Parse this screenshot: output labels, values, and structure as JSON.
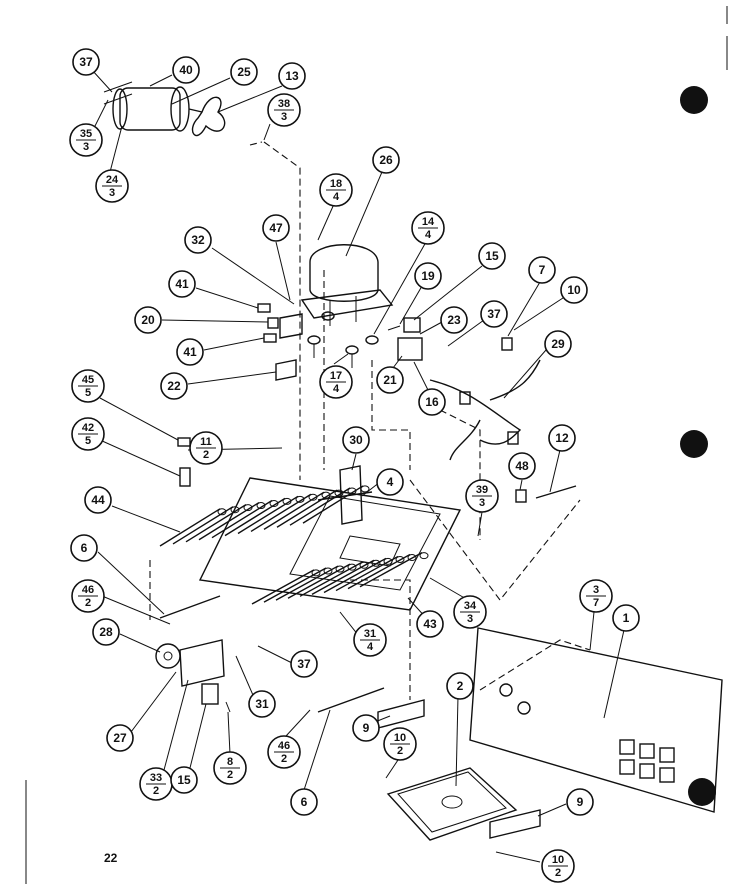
{
  "page_number": "22",
  "callouts": [
    {
      "id": "c37a",
      "text": "37"
    },
    {
      "id": "c40",
      "text": "40"
    },
    {
      "id": "c25a",
      "text": "25"
    },
    {
      "id": "c13",
      "text": "13"
    },
    {
      "id": "c38",
      "num": "38",
      "den": "3"
    },
    {
      "id": "c35",
      "num": "35",
      "den": "3"
    },
    {
      "id": "c24",
      "num": "24",
      "den": "3"
    },
    {
      "id": "c26",
      "text": "26"
    },
    {
      "id": "c18",
      "num": "18",
      "den": "4"
    },
    {
      "id": "c32",
      "text": "32"
    },
    {
      "id": "c47",
      "text": "47"
    },
    {
      "id": "c14",
      "num": "14",
      "den": "4"
    },
    {
      "id": "c15a",
      "text": "15"
    },
    {
      "id": "c7",
      "text": "7"
    },
    {
      "id": "c10a",
      "text": "10"
    },
    {
      "id": "c41a",
      "text": "41"
    },
    {
      "id": "c19",
      "text": "19"
    },
    {
      "id": "c23",
      "text": "23"
    },
    {
      "id": "c37b",
      "text": "37"
    },
    {
      "id": "c20",
      "text": "20"
    },
    {
      "id": "c29",
      "text": "29"
    },
    {
      "id": "c41b",
      "text": "41"
    },
    {
      "id": "c22",
      "text": "22"
    },
    {
      "id": "c17",
      "num": "17",
      "den": "4"
    },
    {
      "id": "c21",
      "text": "21"
    },
    {
      "id": "c16",
      "text": "16"
    },
    {
      "id": "c45",
      "num": "45",
      "den": "5"
    },
    {
      "id": "c42",
      "num": "42",
      "den": "5"
    },
    {
      "id": "c11",
      "num": "11",
      "den": "2"
    },
    {
      "id": "c12",
      "text": "12"
    },
    {
      "id": "c30",
      "text": "30"
    },
    {
      "id": "c4",
      "text": "4"
    },
    {
      "id": "c48",
      "text": "48"
    },
    {
      "id": "c39",
      "num": "39",
      "den": "3"
    },
    {
      "id": "c44",
      "text": "44"
    },
    {
      "id": "c6a",
      "text": "6"
    },
    {
      "id": "c46a",
      "num": "46",
      "den": "2"
    },
    {
      "id": "c34",
      "num": "34",
      "den": "3"
    },
    {
      "id": "c3",
      "num": "3",
      "den": "7"
    },
    {
      "id": "c43",
      "text": "43"
    },
    {
      "id": "c31a",
      "num": "31",
      "den": "4"
    },
    {
      "id": "c1",
      "text": "1"
    },
    {
      "id": "c28",
      "text": "28"
    },
    {
      "id": "c37c",
      "text": "37"
    },
    {
      "id": "c2",
      "text": "2"
    },
    {
      "id": "c31b",
      "text": "31"
    },
    {
      "id": "c27",
      "text": "27"
    },
    {
      "id": "c46b",
      "num": "46",
      "den": "2"
    },
    {
      "id": "c9a",
      "text": "9"
    },
    {
      "id": "c33",
      "num": "33",
      "den": "2"
    },
    {
      "id": "c15b",
      "text": "15"
    },
    {
      "id": "c8",
      "num": "8",
      "den": "2"
    },
    {
      "id": "c10b",
      "num": "10",
      "den": "2"
    },
    {
      "id": "c6b",
      "text": "6"
    },
    {
      "id": "c9b",
      "text": "9"
    },
    {
      "id": "c10c",
      "num": "10",
      "den": "2"
    }
  ]
}
